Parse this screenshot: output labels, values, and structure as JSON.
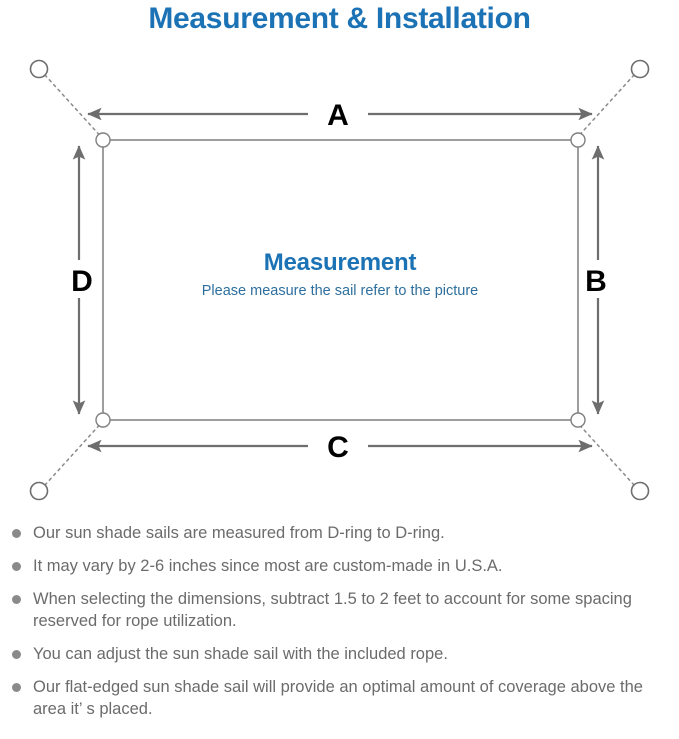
{
  "page": {
    "title": "Measurement & Installation",
    "title_color": "#1B72B5",
    "background_color": "#ffffff"
  },
  "diagram": {
    "name": "shade-sail-measurement-diagram",
    "center_title": "Measurement",
    "center_subtitle": "Please measure the sail refer to the picture",
    "center_title_color": "#1B72B5",
    "center_subtitle_color": "#2E6F9E",
    "sail_stroke_color": "#7f7f7f",
    "arrow_color": "#6e6e6e",
    "rope_color": "#8a8a8a",
    "d_ring_color": "#7f7f7f",
    "anchor_color": "#6e6e6e",
    "dimension_labels": {
      "top": "A",
      "right": "B",
      "bottom": "C",
      "left": "D"
    },
    "label_color": "#000000",
    "d_rings": [
      {
        "id": "d-ring-top-left",
        "corner": "top-left"
      },
      {
        "id": "d-ring-top-right",
        "corner": "top-right"
      },
      {
        "id": "d-ring-bottom-right",
        "corner": "bottom-right"
      },
      {
        "id": "d-ring-bottom-left",
        "corner": "bottom-left"
      }
    ],
    "anchor_points": [
      {
        "id": "anchor-top-left",
        "corner": "top-left"
      },
      {
        "id": "anchor-top-right",
        "corner": "top-right"
      },
      {
        "id": "anchor-bottom-right",
        "corner": "bottom-right"
      },
      {
        "id": "anchor-bottom-left",
        "corner": "bottom-left"
      }
    ]
  },
  "notes": [
    "Our sun shade sails are measured from D-ring to D-ring.",
    "It may vary by 2-6 inches since most are custom-made in U.S.A.",
    "When selecting the dimensions, subtract 1.5 to 2 feet to account for some spacing reserved for rope utilization.",
    "You can adjust the sun shade sail with the included rope.",
    "Our flat-edged sun shade sail will provide an optimal amount of coverage above the area it’ s placed."
  ]
}
